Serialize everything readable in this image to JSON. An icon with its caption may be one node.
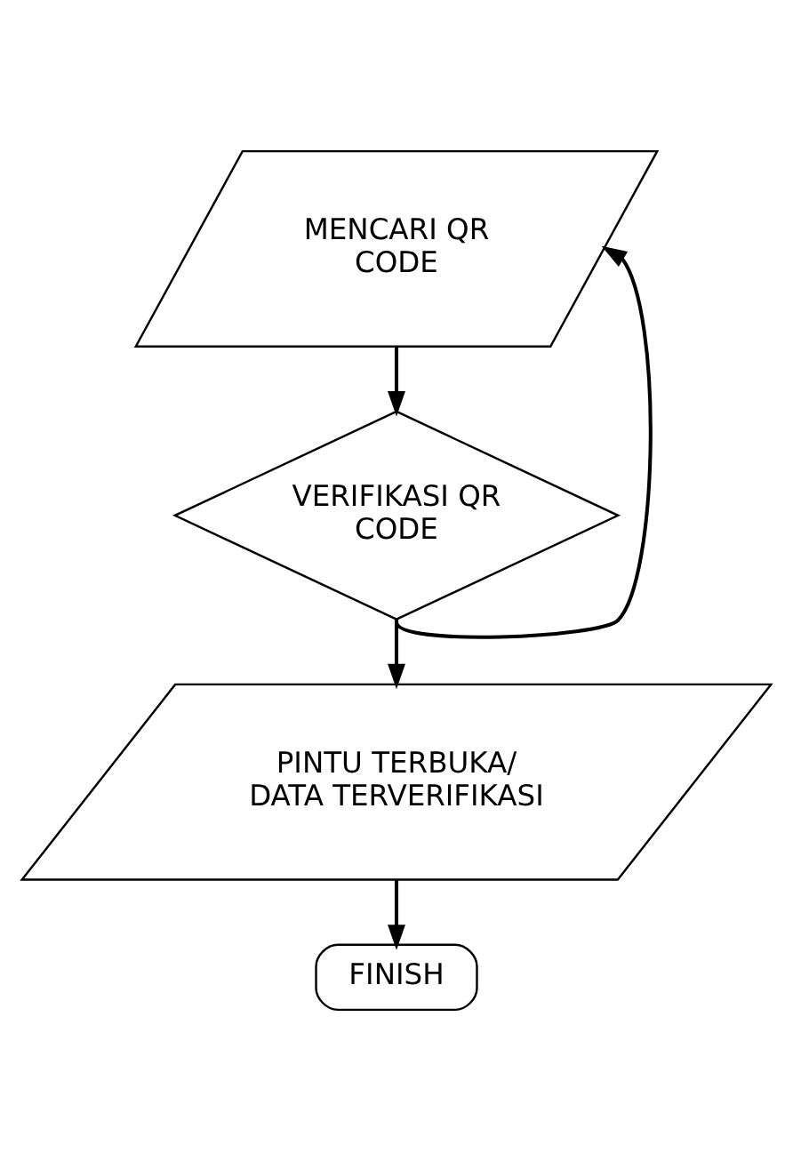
{
  "diagram": {
    "nodes": [
      {
        "text": [
          "MENCARI QR CODE"
        ]
      },
      {
        "text": [
          "VERIFIKASI QR CODE"
        ]
      },
      {
        "text": [
          "PINTU TERBUKA/ DATA TERVERIFIKASI"
        ]
      },
      {
        "text": [
          "FINISH"
        ]
      }
    ],
    "edges": [
      {
        "from": 0,
        "to": 1,
        "arrow": "to"
      },
      {
        "from": 1,
        "to": 2,
        "arrow": "to"
      },
      {
        "from": 1,
        "to": 0,
        "arrow": "to"
      },
      {
        "from": 2,
        "to": 3,
        "arrow": "to"
      }
    ]
  }
}
